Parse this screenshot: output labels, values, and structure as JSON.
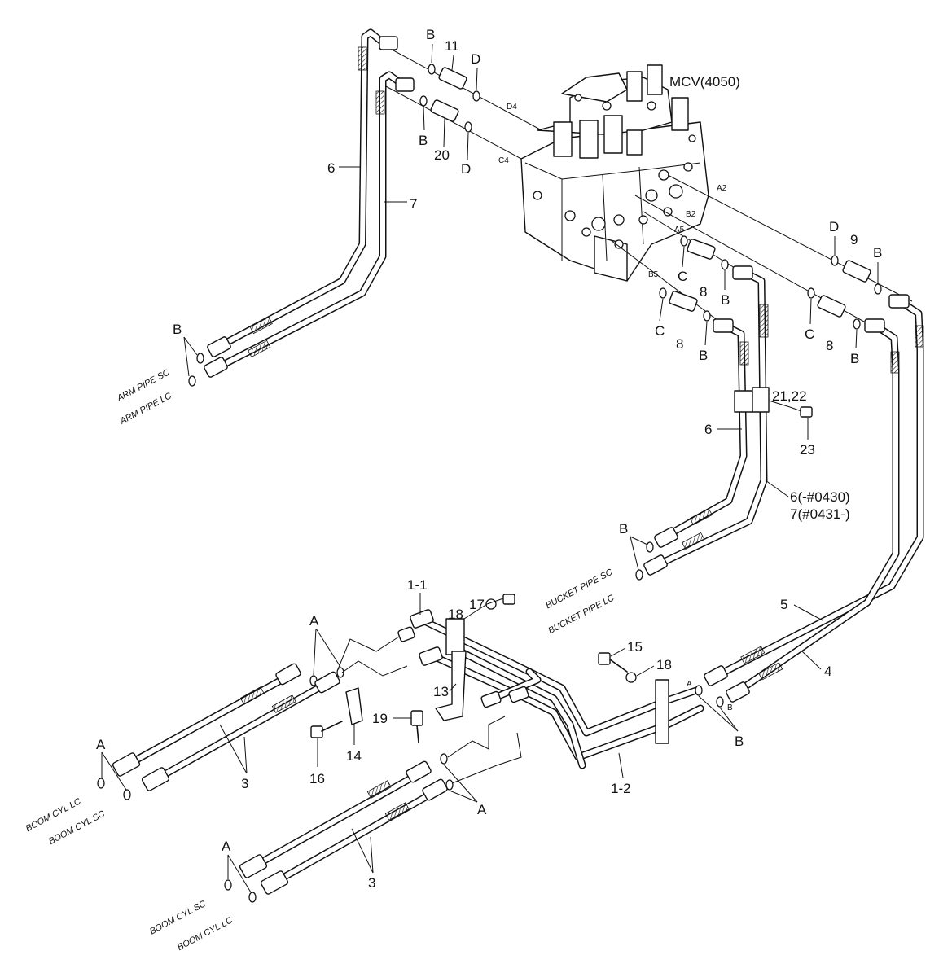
{
  "labels": {
    "mcv": "MCV(4050)",
    "part_11": "11",
    "part_20": "20",
    "part_6_arm": "6",
    "part_7_arm": "7",
    "part_9": "9",
    "part_8a": "8",
    "part_8b": "8",
    "part_8c": "8",
    "part_21_22": "21,22",
    "part_23": "23",
    "part_6_bucket": "6",
    "part_6_range": "6(-#0430)",
    "part_7_range": "7(#0431-)",
    "part_5": "5",
    "part_4": "4",
    "part_1_1": "1-1",
    "part_1_2": "1-2",
    "part_18a": "18",
    "part_18b": "18",
    "part_17": "17",
    "part_15": "15",
    "part_13": "13",
    "part_19": "19",
    "part_14": "14",
    "part_16": "16",
    "part_3a": "3",
    "part_3b": "3",
    "B1": "B",
    "B2": "B",
    "B3": "B",
    "B4": "B",
    "B5": "B",
    "B6": "B",
    "B7": "B",
    "B8": "B",
    "B9": "B",
    "D1": "D",
    "D2": "D",
    "D3": "D",
    "C1": "C",
    "C2": "C",
    "C3": "C",
    "A1": "A",
    "A2": "A",
    "A3": "A",
    "A4": "A",
    "port_d4": "D4",
    "port_c4": "C4",
    "port_a2": "A2",
    "port_b2": "B2",
    "port_a5": "A5",
    "port_b5": "B5",
    "small_a": "A",
    "small_b": "B",
    "arm_pipe_sc": "ARM PIPE SC",
    "arm_pipe_lc": "ARM PIPE LC",
    "bucket_pipe_sc": "BUCKET PIPE SC",
    "bucket_pipe_lc": "BUCKET PIPE LC",
    "boom_cyl_lc_1": "BOOM CYL LC",
    "boom_cyl_sc_1": "BOOM CYL SC",
    "boom_cyl_sc_2": "BOOM CYL SC",
    "boom_cyl_lc_2": "BOOM CYL LC"
  },
  "icons": [
    "valve-block-icon",
    "hose-icon",
    "fitting-icon",
    "o-ring-icon",
    "pipe-icon",
    "bracket-icon",
    "bolt-icon"
  ]
}
